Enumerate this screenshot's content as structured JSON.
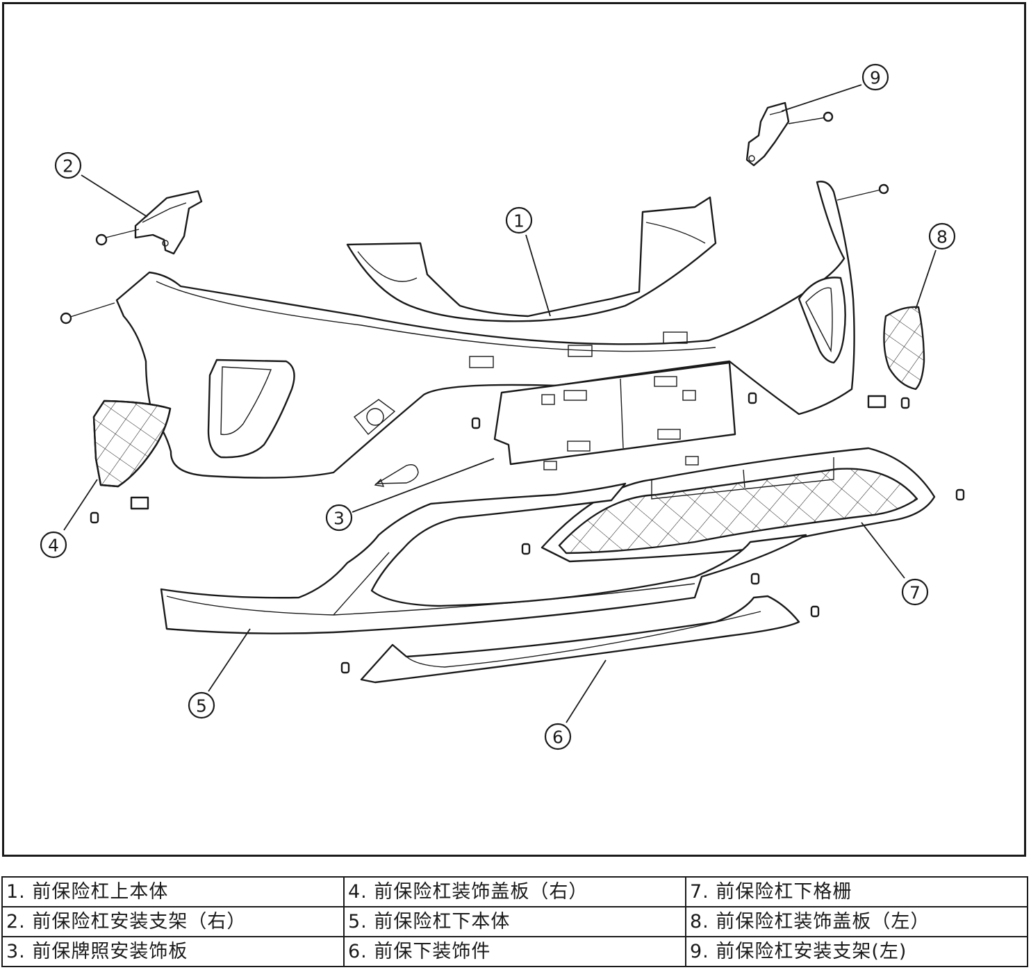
{
  "callouts": [
    "1",
    "2",
    "3",
    "4",
    "5",
    "6",
    "7",
    "8",
    "9"
  ],
  "legend": [
    [
      "1. 前保险杠上本体",
      "4. 前保险杠装饰盖板（右）",
      "7. 前保险杠下格栅"
    ],
    [
      "2. 前保险杠安装支架（右）",
      "5. 前保险杠下本体",
      "8. 前保险杠装饰盖板（左）"
    ],
    [
      "3. 前保牌照安装饰板",
      "6. 前保下装饰件",
      "9. 前保险杠安装支架(左)"
    ]
  ]
}
